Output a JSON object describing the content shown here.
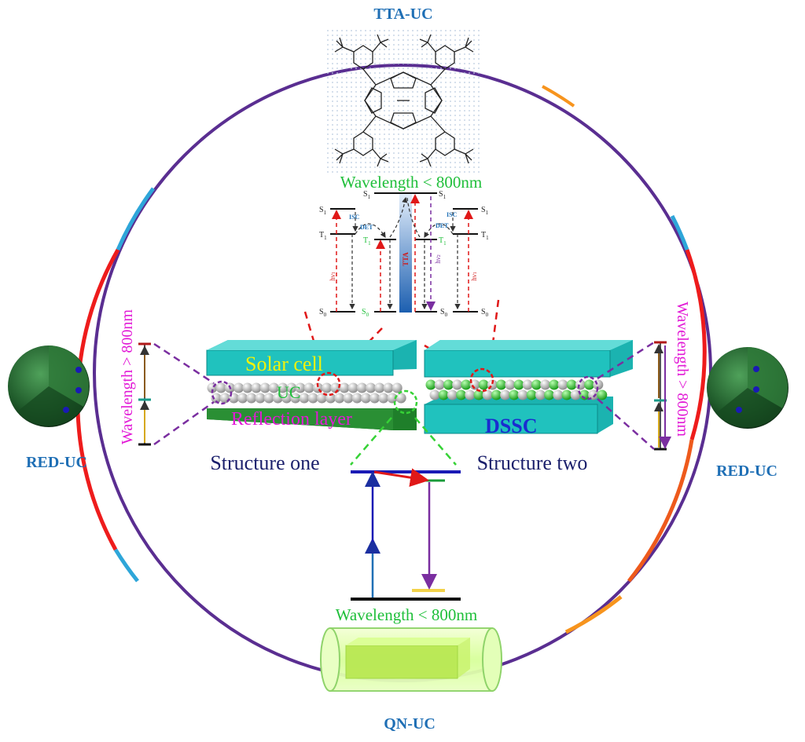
{
  "labels": {
    "tta_uc": "TTA-UC",
    "qn_uc": "QN-UC",
    "red_uc_left": "RED-UC",
    "red_uc_right": "RED-UC",
    "wavelength_top": "Wavelength < 800nm",
    "wavelength_bottom": "Wavelength < 800nm",
    "wavelength_left": "Wavelength > 800nm",
    "wavelength_right": "Wavelength > 800nm",
    "solar_cell": "Solar cell",
    "uc": "UC",
    "reflection_layer": "Reflection layer",
    "dssc": "DSSC",
    "structure_one": "Structure one",
    "structure_two": "Structure two"
  },
  "energy_diagram": {
    "s1": "S",
    "s1_sub": "1",
    "t1": "T",
    "t1_sub": "1",
    "s0": "S",
    "s0_sub": "0",
    "isc": "ISC",
    "det": "DET",
    "tta": "TTA",
    "hv1": "hν",
    "hv1_sub": "1",
    "hv2": "hν",
    "hv2_sub": "2"
  },
  "colors": {
    "ring_purple": "#5a2e91",
    "ring_red": "#ee1c1c",
    "ring_cyan": "#2ea6d9",
    "ring_orange": "#f7941d",
    "accent_blue": "#1f6fb5",
    "green_text": "#1fbf3a",
    "magenta_text": "#e21ad6",
    "teal_block": "#1bb3b0",
    "sphere_green": "#1f5a2a"
  }
}
